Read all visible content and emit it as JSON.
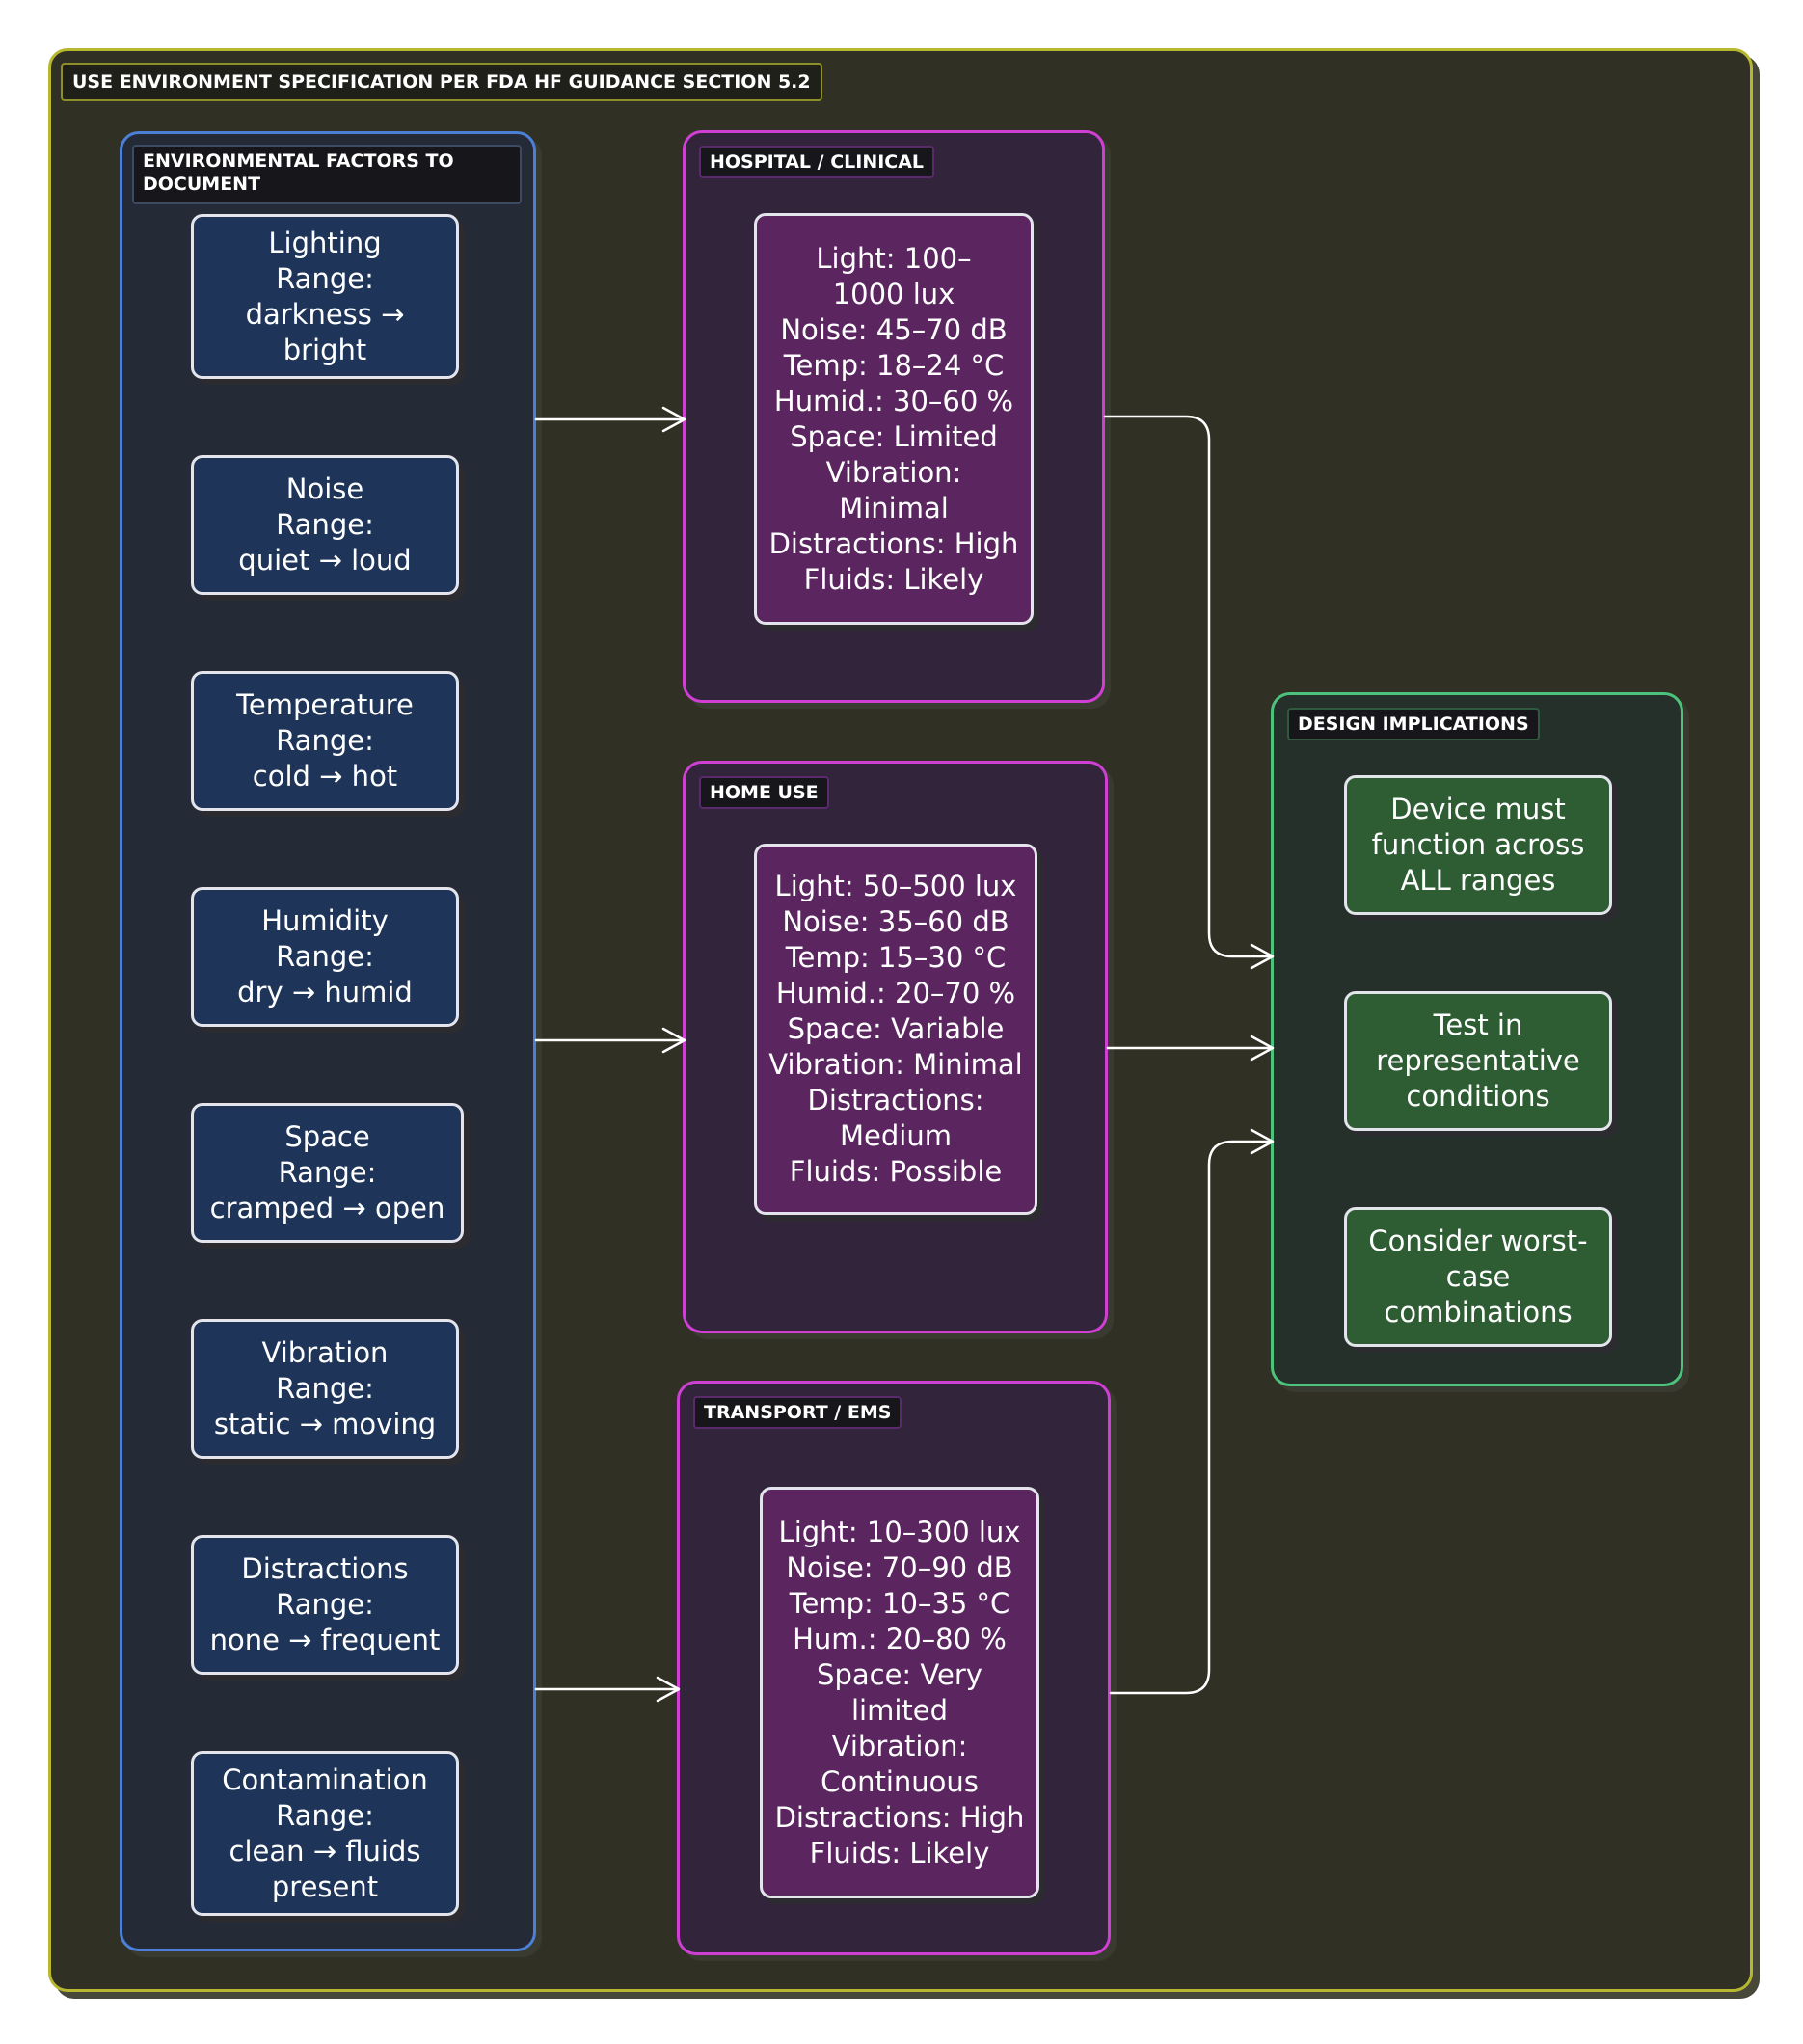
{
  "title": "USE ENVIRONMENT SPECIFICATION PER FDA HF GUIDANCE SECTION 5.2",
  "factors": {
    "label": "ENVIRONMENTAL FACTORS TO DOCUMENT",
    "items": [
      {
        "name": "Lighting",
        "range_label": "Range:",
        "range": "darkness → bright"
      },
      {
        "name": "Noise",
        "range_label": "Range:",
        "range": "quiet → loud"
      },
      {
        "name": "Temperature",
        "range_label": "Range:",
        "range": "cold → hot"
      },
      {
        "name": "Humidity",
        "range_label": "Range:",
        "range": "dry → humid"
      },
      {
        "name": "Space",
        "range_label": "Range:",
        "range": "cramped → open"
      },
      {
        "name": "Vibration",
        "range_label": "Range:",
        "range": "static → moving"
      },
      {
        "name": "Distractions",
        "range_label": "Range:",
        "range": "none → frequent"
      },
      {
        "name": "Contamination",
        "range_label": "Range:",
        "range": "clean → fluids present"
      }
    ]
  },
  "hospital": {
    "label": "HOSPITAL / CLINICAL",
    "lines": [
      "Light: 100–1000 lux",
      "Noise: 45–70 dB",
      "Temp: 18–24 °C",
      "Humid.: 30–60 %",
      "Space: Limited",
      "Vibration: Minimal",
      "Distractions: High",
      "Fluids: Likely"
    ]
  },
  "home": {
    "label": "HOME USE",
    "lines": [
      "Light: 50–500 lux",
      "Noise: 35–60 dB",
      "Temp: 15–30 °C",
      "Humid.: 20–70 %",
      "Space: Variable",
      "Vibration: Minimal",
      "Distractions: Medium",
      "Fluids: Possible"
    ]
  },
  "transport": {
    "label": "TRANSPORT / EMS",
    "lines": [
      "Light: 10–300 lux",
      "Noise: 70–90 dB",
      "Temp: 10–35 °C",
      "Hum.: 20–80 %",
      "Space: Very limited",
      "Vibration: Continuous",
      "Distractions: High",
      "Fluids: Likely"
    ]
  },
  "design": {
    "label": "DESIGN IMPLICATIONS",
    "items": [
      "Device must function across ALL ranges",
      "Test in representative conditions",
      "Consider worst-case combinations"
    ]
  },
  "colors": {
    "background": "#303124",
    "factor_node": "#1e3559",
    "environment_node": "#5b2660",
    "design_node": "#2e5d34",
    "arrow": "#ffffff"
  }
}
